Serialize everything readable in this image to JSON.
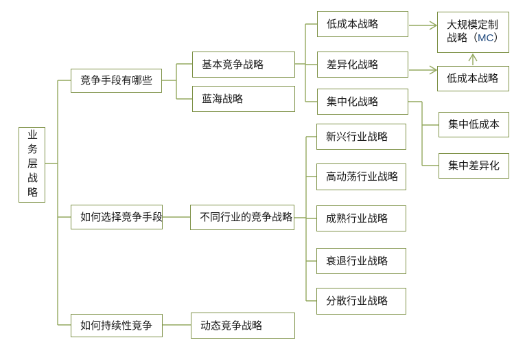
{
  "colors": {
    "box_border": "#7d9146",
    "connector": "#93a85e",
    "text": "#141414",
    "mc_text": "#1f497d"
  },
  "nodes": {
    "root": "业务层战略",
    "q_methods": "竞争手段有哪些",
    "q_choose": "如何选择竞争手段",
    "q_sustain": "如何持续性竞争",
    "basic_competition": "基本竞争战略",
    "blue_ocean": "蓝海战略",
    "low_cost": "低成本战略",
    "differentiation": "差异化战略",
    "focus": "集中化战略",
    "mass_customization": {
      "line1": "大规模定制",
      "line2_pre": "战略（",
      "highlight": "MC",
      "line2_post": "）"
    },
    "low_cost_2": "低成本战略",
    "focus_low_cost": "集中低成本",
    "focus_differentiation": "集中差异化",
    "industry_strategies": "不同行业的竞争战略",
    "emerging_industry": "新兴行业战略",
    "turbulent_industry": "高动荡行业战略",
    "mature_industry": "成熟行业战略",
    "declining_industry": "衰退行业战略",
    "fragmented_industry": "分散行业战略",
    "dynamic_competition": "动态竞争战略"
  },
  "edges": [
    {
      "from": "root",
      "to": "q_methods",
      "type": "elbow"
    },
    {
      "from": "root",
      "to": "q_choose",
      "type": "elbow"
    },
    {
      "from": "root",
      "to": "q_sustain",
      "type": "elbow"
    },
    {
      "from": "q_methods",
      "to": "basic_competition",
      "type": "elbow"
    },
    {
      "from": "q_methods",
      "to": "blue_ocean",
      "type": "elbow"
    },
    {
      "from": "basic_competition",
      "to": "low_cost",
      "type": "elbow"
    },
    {
      "from": "basic_competition",
      "to": "differentiation",
      "type": "elbow"
    },
    {
      "from": "basic_competition",
      "to": "focus",
      "type": "elbow"
    },
    {
      "from": "low_cost",
      "to": "mass_customization",
      "type": "arrow"
    },
    {
      "from": "differentiation",
      "to": "low_cost_2",
      "type": "arrow"
    },
    {
      "from": "low_cost_2",
      "to": "mass_customization",
      "type": "arrow"
    },
    {
      "from": "focus",
      "to": "focus_low_cost",
      "type": "elbow"
    },
    {
      "from": "focus",
      "to": "focus_differentiation",
      "type": "elbow"
    },
    {
      "from": "q_choose",
      "to": "industry_strategies",
      "type": "line"
    },
    {
      "from": "industry_strategies",
      "to": "emerging_industry",
      "type": "elbow"
    },
    {
      "from": "industry_strategies",
      "to": "turbulent_industry",
      "type": "elbow"
    },
    {
      "from": "industry_strategies",
      "to": "mature_industry",
      "type": "elbow"
    },
    {
      "from": "industry_strategies",
      "to": "declining_industry",
      "type": "elbow"
    },
    {
      "from": "industry_strategies",
      "to": "fragmented_industry",
      "type": "elbow"
    },
    {
      "from": "q_sustain",
      "to": "dynamic_competition",
      "type": "line"
    }
  ]
}
